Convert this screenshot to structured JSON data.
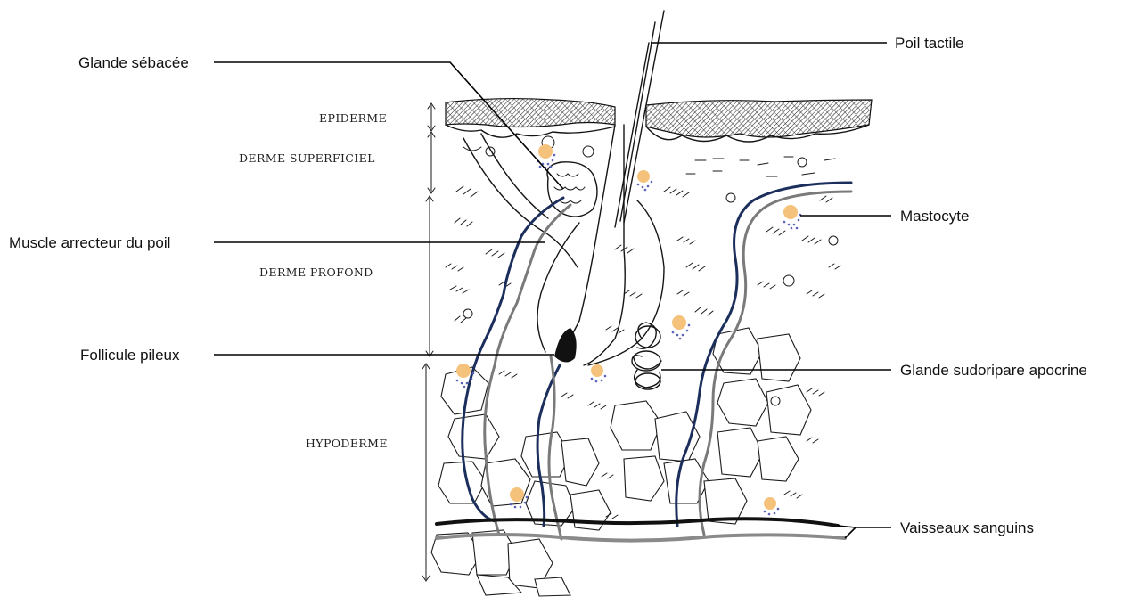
{
  "labels": {
    "poil_tactile": "Poil tactile",
    "glande_sebacee": "Glande sébacée",
    "mastocyte": "Mastocyte",
    "muscle_arrecteur": "Muscle arrecteur du poil",
    "follicule_pileux": "Follicule pileux",
    "glande_sudoripare": "Glande sudoripare apocrine",
    "vaisseaux_sanguins": "Vaisseaux sanguins"
  },
  "layers": {
    "epiderme": "EPIDERME",
    "derme_superficiel": "DERME SUPERFICIEL",
    "derme_profond": "DERME PROFOND",
    "hypoderme": "HYPODERME"
  },
  "colors": {
    "vessel_navy": "#1c2f5c",
    "vessel_grey": "#7a7a7a",
    "mastocyte_core": "#f5c27c",
    "mastocyte_granules": "#5a63b8",
    "ink": "#151515"
  }
}
